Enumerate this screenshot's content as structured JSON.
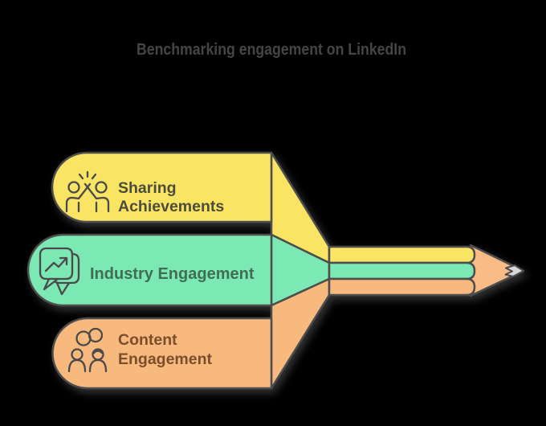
{
  "title": "Benchmarking engagement on LinkedIn",
  "colors": {
    "background": "#000000",
    "outline": "#4D4D4D",
    "icon_stroke": "#4A4A4A",
    "title_text": "#454545",
    "pencil_wood": "#F9BC86",
    "pencil_graphite": "#D8D8D8"
  },
  "diagram": {
    "type": "pencil-list-infographic",
    "items": [
      {
        "label": "Sharing Achievements",
        "label_line1": "Sharing",
        "label_line2": "Achievements",
        "color": "#F9E464",
        "text_color": "#4C4C3C",
        "icon": "high-five-people-icon"
      },
      {
        "label": "Industry Engagement",
        "label_line1": "Industry Engagement",
        "color": "#7CE8B3",
        "text_color": "#3F6E55",
        "icon": "chat-bubbles-trend-arrow-icon"
      },
      {
        "label": "Content Engagement",
        "label_line1": "Content",
        "label_line2": "Engagement",
        "color": "#F8B97F",
        "text_color": "#7A4E2B",
        "icon": "community-people-rings-icon"
      }
    ]
  }
}
